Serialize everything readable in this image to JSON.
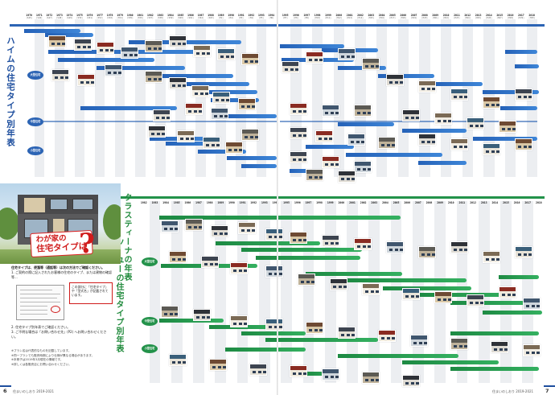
{
  "header_left": {
    "years": [
      "1970",
      "1971",
      "1972",
      "1973",
      "1974",
      "1975",
      "1976",
      "1977",
      "1978",
      "1979",
      "1980",
      "1981",
      "1982",
      "1983",
      "1984",
      "1985",
      "1986",
      "1987",
      "1988",
      "1989",
      "1990",
      "1991",
      "1992",
      "1993",
      "1994"
    ],
    "eras": [
      "(S45)",
      "(S46)",
      "(S47)",
      "(S48)",
      "(S49)",
      "(S50)",
      "(S51)",
      "(S52)",
      "(S53)",
      "(S54)",
      "(S55)",
      "(S56)",
      "(S57)",
      "(S58)",
      "(S59)",
      "(S60)",
      "(S61)",
      "(S62)",
      "(S63)",
      "(H1)",
      "(H2)",
      "(H3)",
      "(H4)",
      "(H5)",
      "(H6)"
    ]
  },
  "header_right": {
    "years": [
      "1995",
      "1996",
      "1997",
      "1998",
      "1999",
      "2000",
      "2001",
      "2002",
      "2003",
      "2004",
      "2005",
      "2006",
      "2007",
      "2008",
      "2009",
      "2010",
      "2011",
      "2012",
      "2013",
      "2014",
      "2015",
      "2016",
      "2017",
      "2018"
    ],
    "eras": [
      "(H7)",
      "(H8)",
      "(H9)",
      "(H10)",
      "(H11)",
      "(H12)",
      "(H13)",
      "(H14)",
      "(H15)",
      "(H16)",
      "(H17)",
      "(H18)",
      "(H19)",
      "(H20)",
      "(H21)",
      "(H22)",
      "(H23)",
      "(H24)",
      "(H25)",
      "(H26)",
      "(H27)",
      "(H28)",
      "(H29)",
      "(H30)"
    ]
  },
  "header_green": {
    "years": [
      "1982",
      "1983",
      "1984",
      "1985",
      "1986",
      "1987",
      "1988",
      "1989",
      "1990",
      "1991",
      "1992",
      "1993",
      "1994",
      "1995",
      "1996",
      "1997",
      "1998",
      "1999",
      "2000",
      "2001",
      "2002",
      "2003",
      "2004",
      "2005",
      "2006",
      "2007",
      "2008",
      "2009",
      "2010",
      "2011",
      "2012",
      "2013",
      "2014",
      "2015",
      "2016",
      "2017",
      "2018"
    ]
  },
  "heim_section": {
    "title": "ハイムの住宅タイプ別年表",
    "categories": [
      {
        "label": "大型住宅"
      },
      {
        "label": "中型住宅"
      },
      {
        "label": "小型住宅"
      }
    ]
  },
  "cross_section": {
    "title": "ツーユーの住宅タイプ別年表",
    "title2": "クラスティーナの年表",
    "categories": [
      {
        "label": "大型住宅"
      },
      {
        "label": "中型住宅"
      },
      {
        "label": "小型住宅"
      }
    ]
  },
  "hero": {
    "title_line1": "わが家の",
    "title_line2": "住宅タイプは",
    "q_mark": "?"
  },
  "instructions": {
    "intro": "住宅タイプは、便箋等（通話等）は次の方法でご確認ください。",
    "step1": "1. ご契約の際に記入されたお客様の住宅のタイプ、または建物の確認等...",
    "step2": "2. 住宅タイプ別年表でご確認ください。",
    "step3": "3. ご不明な場合は「お問い合わせ先」(P2) へお問い合わせください。",
    "callout": "この部分に「住宅タイプ」や「型式名」が記載されています。"
  },
  "notes": [
    "※プラン名は代表的なものを記載しています。",
    "※同一プランでも販売時期により仕様が異なる場合があります。",
    "※本冊子は2019年3月現在の情報です。",
    "※詳しくは各販売店にお問い合わせください。"
  ],
  "footer": {
    "left_text": "住まいのしおり 2019-2021",
    "right_text": "住まいのしおり 2019-2021",
    "left_page": "6",
    "right_page": "7"
  }
}
